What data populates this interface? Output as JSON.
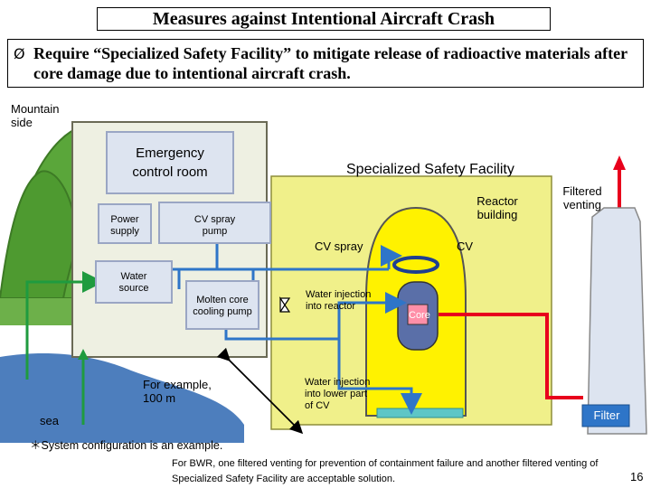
{
  "title": "Measures against Intentional Aircraft Crash",
  "bullet": {
    "marker": "Ø",
    "text": "Require “Specialized Safety Facility” to mitigate release of radioactive materials after core damage due to intentional aircraft crash."
  },
  "labels": {
    "mountain_side": "Mountain side",
    "emergency_control_room": "Emergency control room",
    "power_supply": "Power supply",
    "cv_spray_pump": "CV spray pump",
    "water_source": "Water source",
    "molten_core_cooling_pump": "Molten core cooling pump",
    "specialized_safety_facility": "Specialized Safety Facility",
    "reactor_building": "Reactor building",
    "filtered_venting": "Filtered venting",
    "cv_spray": "CV spray",
    "cv": "CV",
    "water_injection_reactor": "Water injection into reactor",
    "core": "Core",
    "water_injection_lower": "Water injection into lower part of CV",
    "for_example": "For example, 100 m",
    "sea": "sea",
    "filter": "Filter"
  },
  "footer": {
    "note": "＊System configuration is an example.",
    "bwr_note": "For BWR, one filtered venting for prevention of containment failure  and another filtered venting of Specialized Safety Facility are acceptable solution.",
    "page": "16"
  },
  "colors": {
    "facility_fill": "#f0f08a",
    "vessel_fill": "#fff200",
    "core_fill": "#5a6fa8",
    "pipe_blue": "#2e75c8",
    "vent_red": "#e8001c",
    "water_green": "#1f9b3f",
    "sea_blue": "#4d7ebd",
    "mountain_green": "#5aa63a"
  }
}
